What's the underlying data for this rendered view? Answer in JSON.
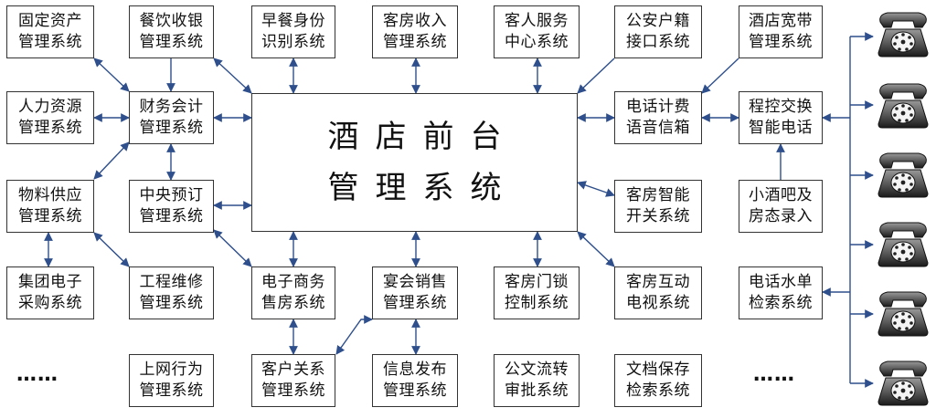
{
  "center": {
    "line1": "酒店前台",
    "line2": "管理系统"
  },
  "modules": {
    "fixed_assets": [
      "固定资产",
      "管理系统"
    ],
    "catering_pos": [
      "餐饮收银",
      "管理系统"
    ],
    "breakfast_id": [
      "早餐身份",
      "识别系统"
    ],
    "room_revenue": [
      "客房收入",
      "管理系统"
    ],
    "guest_service": [
      "客人服务",
      "中心系统"
    ],
    "police_registry": [
      "公安户籍",
      "接口系统"
    ],
    "hotel_broadband": [
      "酒店宽带",
      "管理系统"
    ],
    "human_resources": [
      "人力资源",
      "管理系统"
    ],
    "finance": [
      "财务会计",
      "管理系统"
    ],
    "phone_billing": [
      "电话计费",
      "语音信箱"
    ],
    "pbx_phone": [
      "程控交换",
      "智能电话"
    ],
    "materials_supply": [
      "物料供应",
      "管理系统"
    ],
    "central_reservation": [
      "中央预订",
      "管理系统"
    ],
    "room_smart_switch": [
      "客房智能",
      "开关系统"
    ],
    "minibar_room_status": [
      "小酒吧及",
      "房态录入"
    ],
    "group_procurement": [
      "集团电子",
      "采购系统"
    ],
    "engineering_maintenance": [
      "工程维修",
      "管理系统"
    ],
    "ecommerce_booking": [
      "电子商务",
      "售房系统"
    ],
    "banquet_sales": [
      "宴会销售",
      "管理系统"
    ],
    "room_door_lock": [
      "客房门锁",
      "控制系统"
    ],
    "interactive_tv": [
      "客房互动",
      "电视系统"
    ],
    "phone_bill_search": [
      "电话水单",
      "检索系统"
    ],
    "internet_behavior": [
      "上网行为",
      "管理系统"
    ],
    "crm": [
      "客户关系",
      "管理系统"
    ],
    "info_publishing": [
      "信息发布",
      "管理系统"
    ],
    "doc_approval": [
      "公文流转",
      "审批系统"
    ],
    "doc_archive": [
      "文档保存",
      "检索系统"
    ]
  },
  "ellipsis_left": "……",
  "ellipsis_right": "……",
  "colors": {
    "arrow": "#2e4f8c",
    "border": "#333333",
    "text": "#111111"
  },
  "icons": {
    "phone": "telephone-icon",
    "phone_count": 6
  }
}
